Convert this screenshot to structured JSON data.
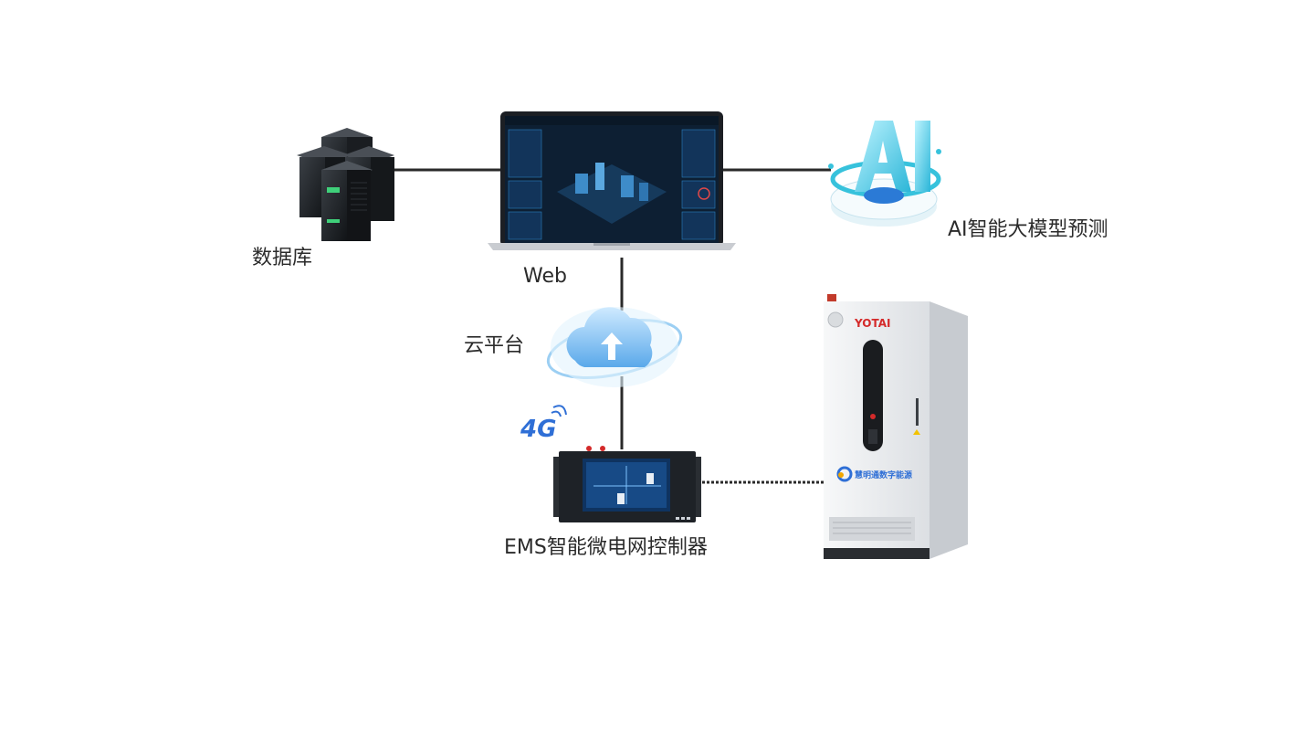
{
  "nodes": {
    "database": {
      "label": "数据库",
      "icon": "server-rack-icon"
    },
    "web": {
      "label": "Web",
      "icon": "laptop-dashboard-icon"
    },
    "ai": {
      "label": "AI智能大模型预测",
      "icon": "ai-3d-logo-icon"
    },
    "cloud": {
      "label": "云平台",
      "icon": "cloud-upload-icon"
    },
    "network": {
      "label": "4G",
      "icon": "signal-4g-icon"
    },
    "ems": {
      "label": "EMS智能微电网控制器",
      "icon": "ems-controller-icon"
    },
    "cabinet": {
      "brand_text": "YOTAI",
      "logo_text": "慧明通数字能源",
      "icon": "energy-storage-cabinet-icon"
    }
  },
  "colors": {
    "line": "#2a2a2a",
    "accent_blue": "#2f6fd6",
    "ai_cyan": "#4fd1e8",
    "cloud_blue": "#7cc3f2",
    "screen_dark": "#0d1f33",
    "brand_red": "#d42a2a"
  }
}
